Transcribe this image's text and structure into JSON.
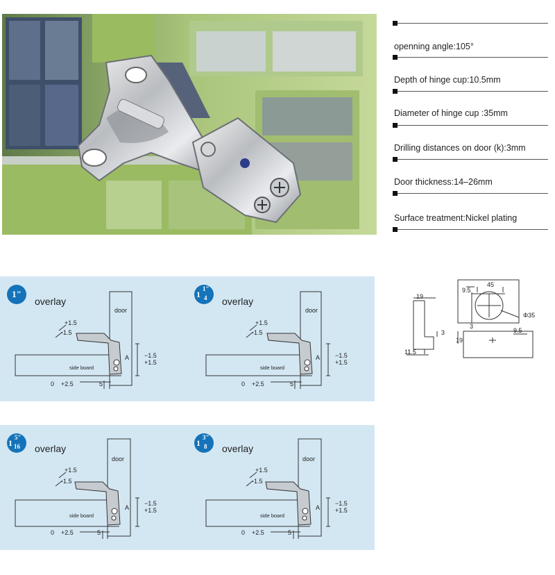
{
  "specs": [
    {
      "label": "openning angle:105°"
    },
    {
      "label": "Depth of hinge cup:10.5mm"
    },
    {
      "label": "Diameter of hinge cup :35mm"
    },
    {
      "label": "Drilling distances on door (k):3mm"
    },
    {
      "label": "Door thickness:14–26mm"
    },
    {
      "label": "Surface treatment:Nickel plating"
    }
  ],
  "panels": [
    {
      "badge_whole": "1\"",
      "badge_num": "",
      "badge_den": "",
      "word": "overlay"
    },
    {
      "badge_whole": "1",
      "badge_num": "1\"",
      "badge_den": "4",
      "word": "overlay"
    },
    {
      "badge_whole": "1",
      "badge_num": "5\"",
      "badge_den": "16",
      "word": "overlay"
    },
    {
      "badge_whole": "1",
      "badge_num": "3\"",
      "badge_den": "8",
      "word": "overlay"
    }
  ],
  "diagram_labels": {
    "door": "door",
    "side_board": "side board",
    "plus_15": "+1.5",
    "minus_15": "-1.5",
    "minus_plus_15_a": "−1.5",
    "minus_plus_15_b": "+1.5",
    "a": "A",
    "zero": "0",
    "plus_25": "+2.5",
    "five": "5"
  },
  "dimensions": {
    "d19_top": "19",
    "d9_5": "9.5",
    "d45": "45",
    "d3_top": "3",
    "dia35": "Φ35",
    "d3_mid": "3",
    "d19_side": "19",
    "d11_5": "11.5",
    "d9_5_bottom": "9.5"
  }
}
